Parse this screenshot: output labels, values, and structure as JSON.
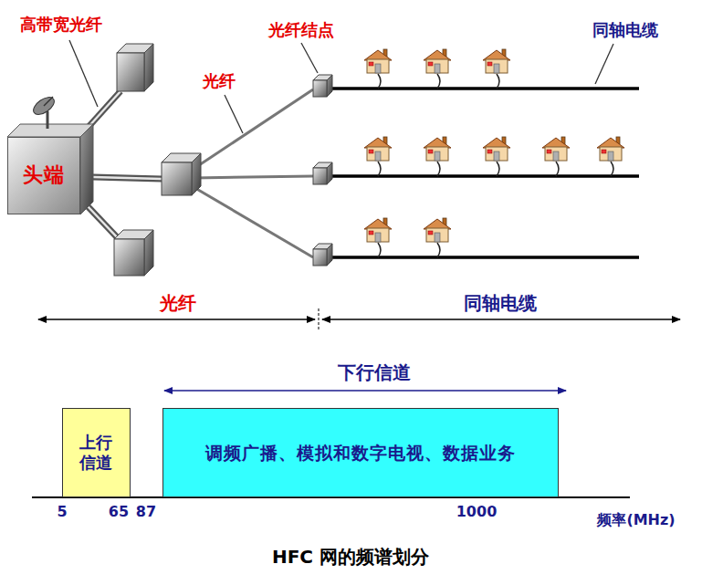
{
  "diagram": {
    "caption": "HFC 网的频谱划分",
    "nodes": [
      {
        "text": [
          "头端"
        ]
      },
      {
        "text": [
          "上行信道"
        ]
      },
      {
        "text": [
          "调频广播、模拟和数字电视、数据业务"
        ]
      }
    ],
    "labels": [
      "高带宽光纤",
      "光纤结点",
      "光纤",
      "同轴电缆",
      "光纤",
      "同轴电缆",
      "下行信道",
      "5",
      "65",
      "87",
      "1000",
      "频率(MHz)"
    ]
  }
}
